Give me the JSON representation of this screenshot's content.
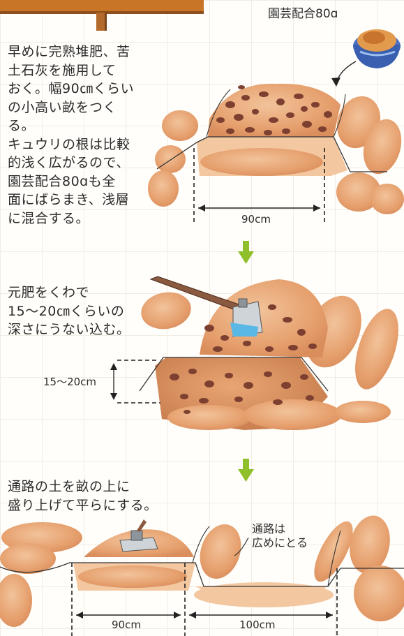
{
  "step1": {
    "label_product": "園芸配合80ɑ",
    "description_lines": [
      "早めに完熟堆肥、苦",
      "土石灰を施用して",
      "おく。幅90㎝くらい",
      "の小高い畝をつく",
      "る。",
      "キュウリの根は比較",
      "的浅く広がるので、",
      "園芸配合80ɑも全",
      "面にばらまき、浅層",
      "に混合する。"
    ],
    "width_label": "90cm"
  },
  "step2": {
    "description_lines": [
      "元肥をくわで",
      "15〜20㎝くらいの",
      "深さにうない込む。"
    ],
    "depth_label": "15〜20cm"
  },
  "step3": {
    "description_lines": [
      "通路の土を畝の上に",
      "盛り上げて平らにする。"
    ],
    "path_note_lines": [
      "通路は",
      "広めにとる"
    ],
    "bed_width_label": "90cm",
    "path_width_label": "100cm"
  },
  "colors": {
    "soil": "#e8a876",
    "soil_dark": "#c97a4a",
    "fertilizer": "#8a4a3a",
    "arrow": "#8fbf2a",
    "bowl": "#3a5fb0",
    "sign_post": "#b36a2a"
  }
}
